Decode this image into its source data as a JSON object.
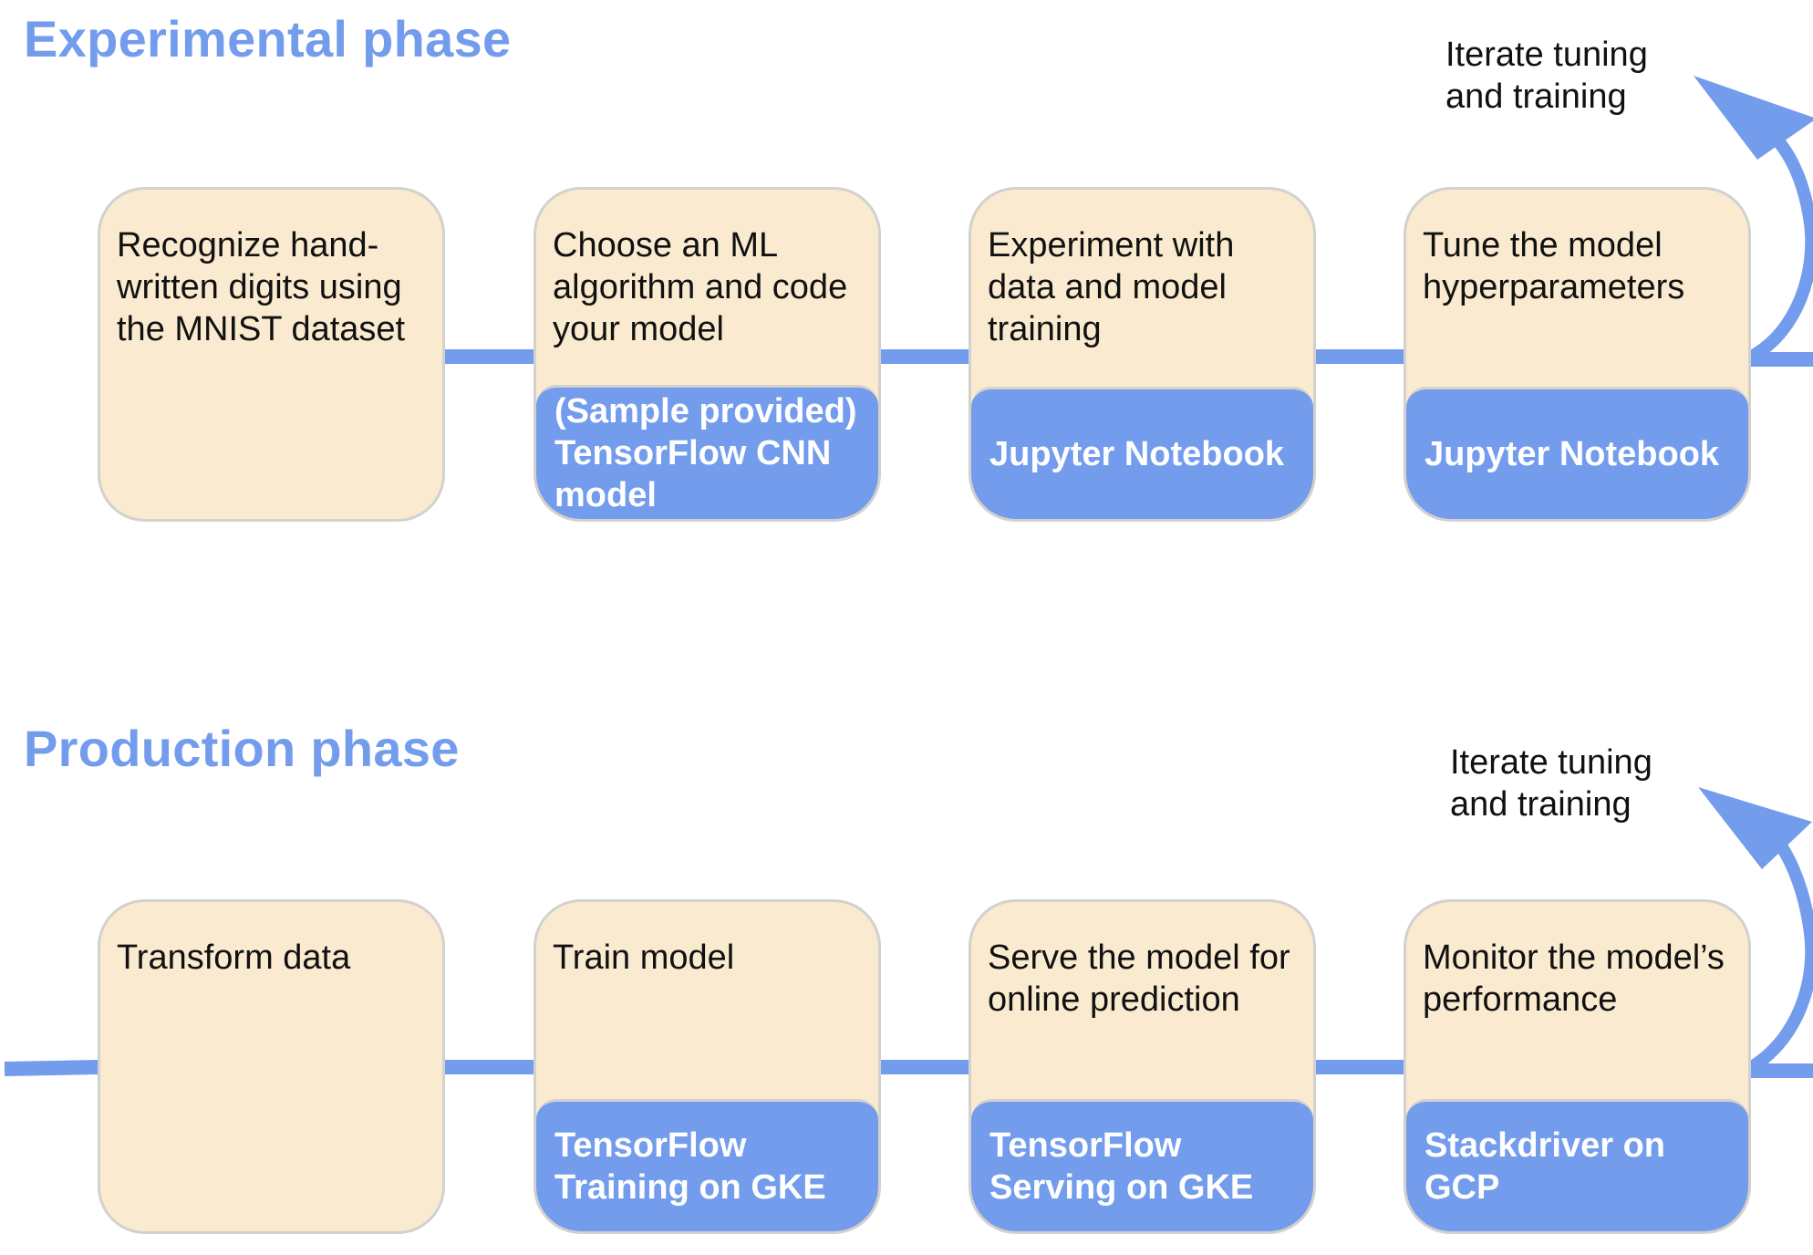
{
  "colors": {
    "accent": "#739cec",
    "card_fill": "#faebd0",
    "card_border": "#d3d1ce",
    "text": "#111111",
    "tool_text": "#ffffff"
  },
  "experimental": {
    "title": "Experimental phase",
    "iterate": [
      "Iterate tuning",
      "and training"
    ],
    "steps": [
      {
        "text": "Recognize hand-written digits using the MNIST dataset",
        "tool": ""
      },
      {
        "text": "Choose an ML algorithm and code your model",
        "tool": "(Sample provided) TensorFlow CNN model"
      },
      {
        "text": "Experiment with data and model training",
        "tool": "Jupyter Notebook"
      },
      {
        "text": "Tune the model hyperparameters",
        "tool": "Jupyter Notebook"
      }
    ]
  },
  "production": {
    "title": "Production phase",
    "iterate": [
      "Iterate tuning",
      "and training"
    ],
    "steps": [
      {
        "text": "Transform data",
        "tool": ""
      },
      {
        "text": "Train model",
        "tool": "TensorFlow Training on GKE"
      },
      {
        "text": "Serve the model for online prediction",
        "tool": "TensorFlow Serving on GKE"
      },
      {
        "text": "Monitor the model’s performance",
        "tool": "Stackdriver on GCP"
      }
    ]
  }
}
